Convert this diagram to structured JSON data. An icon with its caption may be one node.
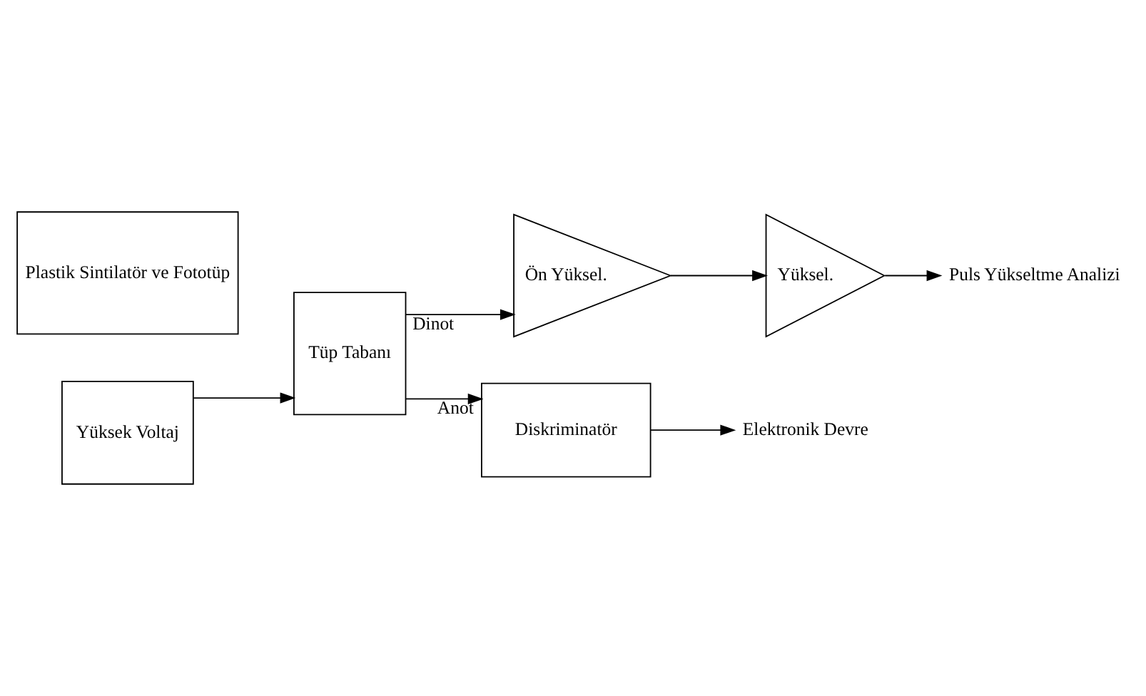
{
  "diagram": {
    "nodes": [
      {
        "text": [
          "Plastik Sintilatör ve Fototüp"
        ]
      },
      {
        "text": [
          "Tüp Tabanı"
        ]
      },
      {
        "text": [
          "Ön Yüksel."
        ]
      },
      {
        "text": [
          "Yüksel."
        ]
      },
      {
        "text": [
          "Puls Yükseltme Analizi"
        ]
      },
      {
        "text": [
          "Diskriminatör"
        ]
      },
      {
        "text": [
          "Elektronik Devre"
        ]
      },
      {
        "text": [
          "Yüksek Voltaj"
        ]
      }
    ],
    "edges": [
      {
        "from": 1,
        "to": 2,
        "arrow": "to",
        "label": "Dinot"
      },
      {
        "from": 2,
        "to": 3,
        "arrow": "to"
      },
      {
        "from": 3,
        "to": 4,
        "arrow": "to"
      },
      {
        "from": 1,
        "to": 5,
        "arrow": "to",
        "label": "Anot"
      },
      {
        "from": 5,
        "to": 6,
        "arrow": "to"
      },
      {
        "from": 7,
        "to": 1,
        "arrow": "to"
      }
    ]
  }
}
